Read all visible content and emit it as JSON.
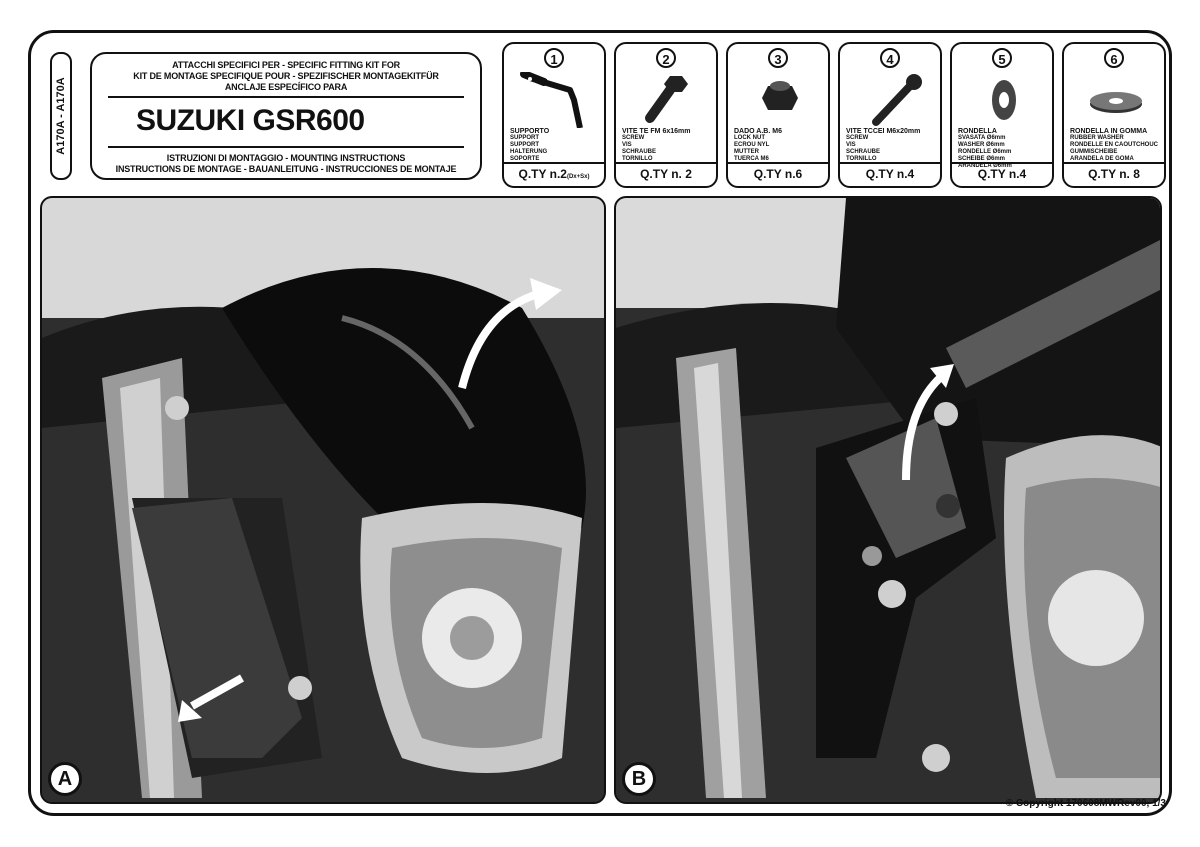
{
  "vertical_code": "A170A - A170A",
  "header": {
    "line1": "ATTACCHI SPECIFICI PER  -  SPECIFIC FITTING KIT FOR",
    "line2": "KIT DE MONTAGE SPECIFIQUE POUR - SPEZIFISCHER MONTAGEKITFÜR",
    "line3": "ANCLAJE ESPECÍFICO PARA",
    "model": "SUZUKI GSR600",
    "line4": "ISTRUZIONI DI MONTAGGIO  -  MOUNTING INSTRUCTIONS",
    "line5": "INSTRUCTIONS DE MONTAGE - BAUANLEITUNG - INSTRUCCIONES DE MONTAJE"
  },
  "parts": [
    {
      "num": "1",
      "icon": "bracket-icon",
      "name": "SUPPORTO",
      "desc": "SUPPORT\nSUPPORT\nHALTERUNG\nSOPORTE",
      "qty": "Q.TY n.2",
      "qty_note": "(Dx+Sx)"
    },
    {
      "num": "2",
      "icon": "hex-bolt-icon",
      "name": "VITE TE FM 6x16mm",
      "desc": "SCREW\nVIS\nSCHRAUBE\nTORNILLO",
      "qty": "Q.TY n. 2",
      "qty_note": ""
    },
    {
      "num": "3",
      "icon": "nut-icon",
      "name": "DADO A.B. M6",
      "desc": "LOCK NUT\nECROU NYL\nMUTTER\nTUERCA M6",
      "qty": "Q.TY n.6",
      "qty_note": ""
    },
    {
      "num": "4",
      "icon": "long-screw-icon",
      "name": "VITE TCCEI M6x20mm",
      "desc": "SCREW\nVIS\nSCHRAUBE\nTORNILLO",
      "qty": "Q.TY n.4",
      "qty_note": ""
    },
    {
      "num": "5",
      "icon": "washer-icon",
      "name": "RONDELLA",
      "desc": "SVASATA Ø6mm\nWASHER Ø6mm\nRONDELLE Ø6mm\nSCHEIBE Ø6mm\nARANDELA Ø6mm",
      "qty": "Q.TY n.4",
      "qty_note": ""
    },
    {
      "num": "6",
      "icon": "rubber-washer-icon",
      "name": "RONDELLA IN GOMMA",
      "desc": "RUBBER WASHER\nRONDELLE EN CAOUTCHOUC\nGUMMISCHEIBE\nARANDELA DE GOMA",
      "qty": "Q.TY n. 8",
      "qty_note": ""
    }
  ],
  "photos": [
    {
      "label": "A",
      "caption_icon": "arrow-icon"
    },
    {
      "label": "B",
      "caption_icon": "arrow-icon"
    }
  ],
  "copyright": "© Copyright 170608MWRev00, 1/3",
  "colors": {
    "ink": "#111111",
    "paper": "#ffffff",
    "photo_dark": "#2e2e2e"
  }
}
